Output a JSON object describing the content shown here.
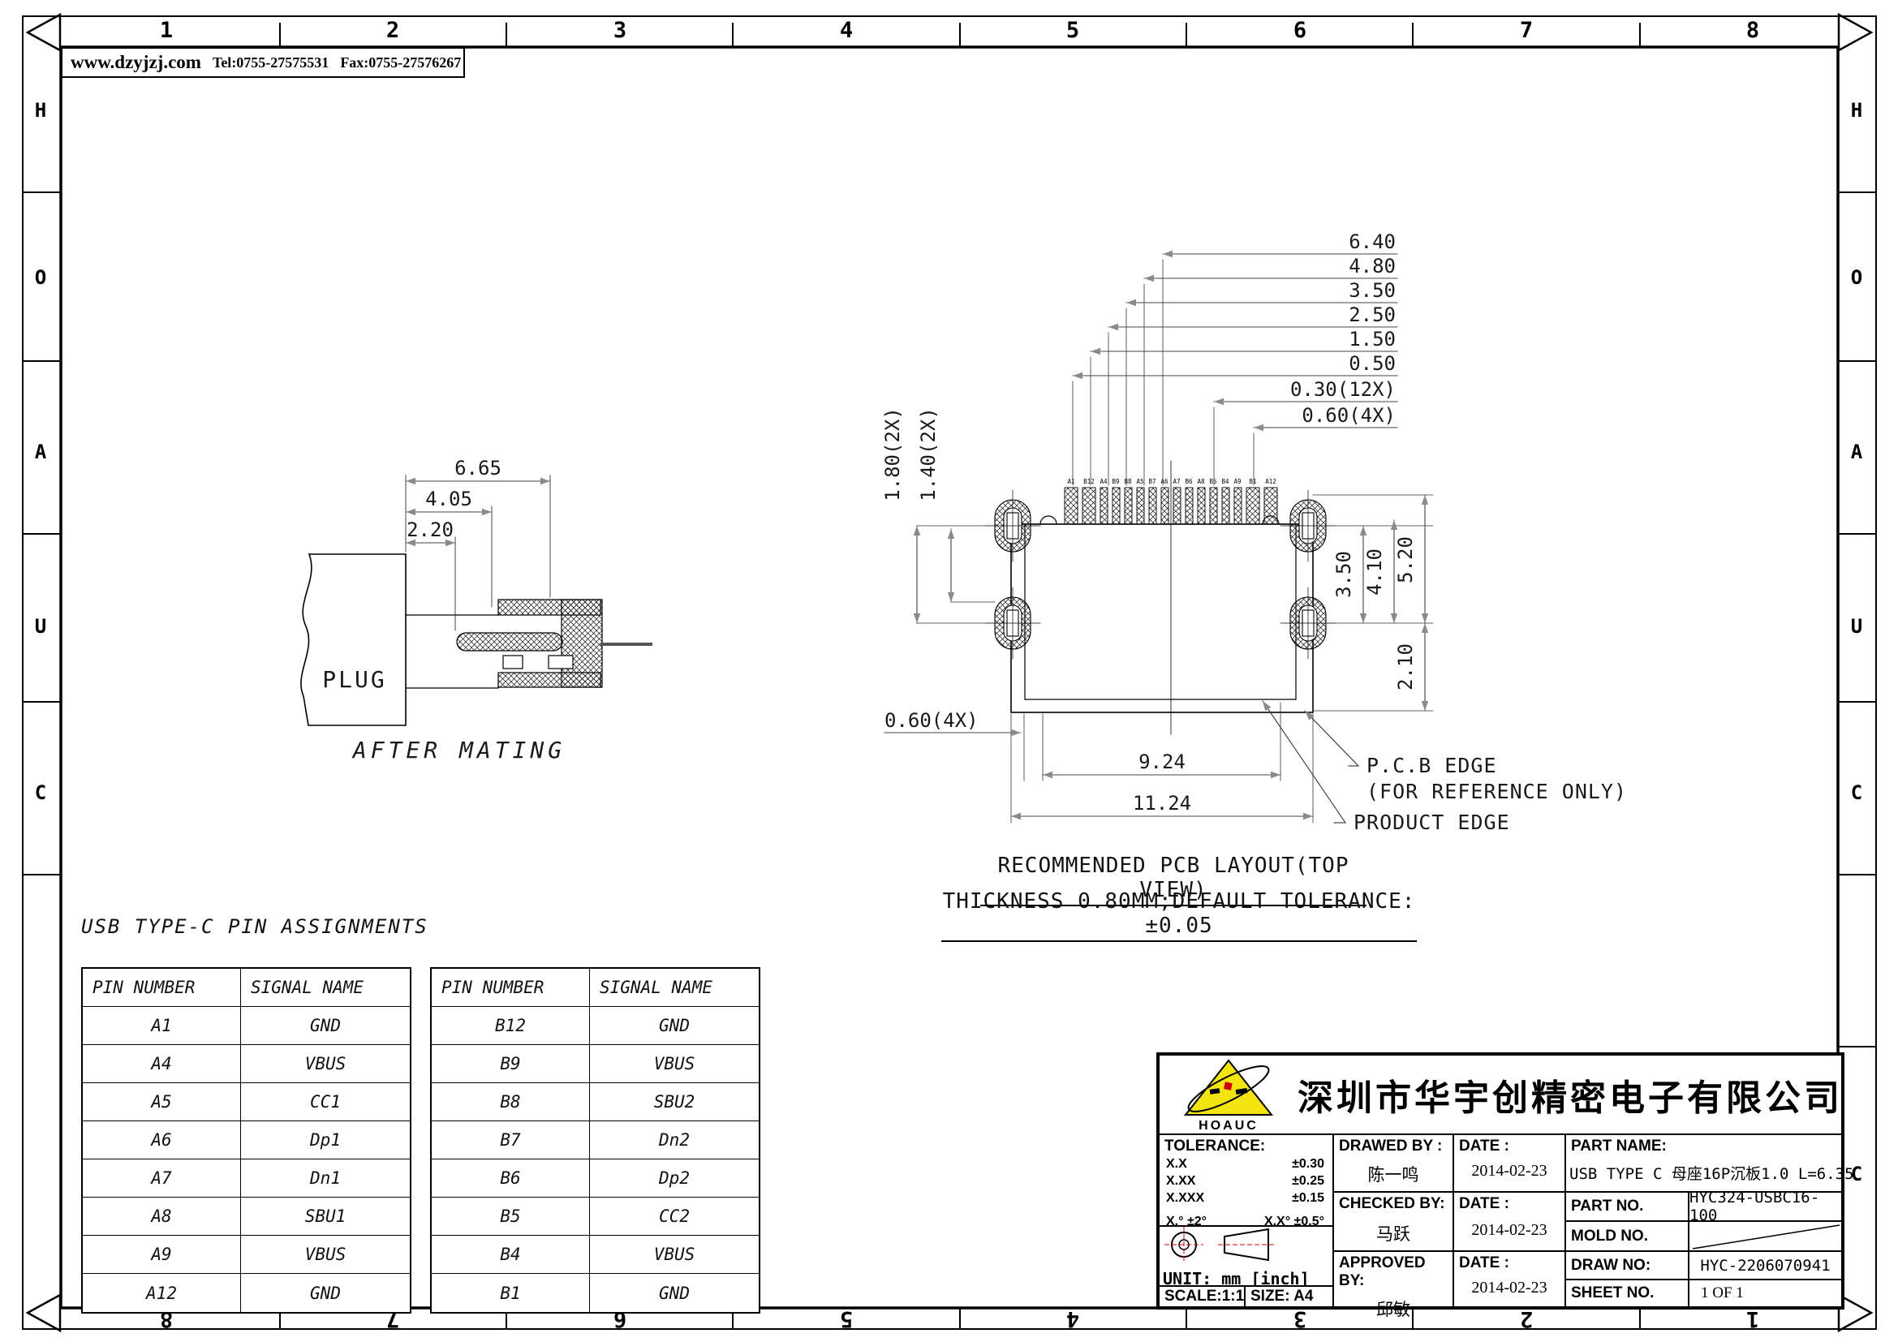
{
  "colors": {
    "line": "#000000",
    "dim_text": "#1a1a1a",
    "arrow": "#8a8a8a",
    "logo_yellow": "#f2e40e",
    "logo_red": "#cc0000"
  },
  "header": {
    "website": "www.dzyjzj.com",
    "tel": "Tel:0755-27575531",
    "fax": "Fax:0755-27576267"
  },
  "border": {
    "top_numbers": [
      "1",
      "2",
      "3",
      "4",
      "5",
      "6",
      "7",
      "8"
    ],
    "bottom_numbers": [
      "8",
      "7",
      "6",
      "5",
      "4",
      "3",
      "2",
      "1"
    ],
    "left_letters": [
      "H",
      "O",
      "A",
      "U",
      "C"
    ],
    "right_letters": [
      "H",
      "O",
      "A",
      "U",
      "C",
      "C"
    ]
  },
  "mating_view": {
    "plug_label": "PLUG",
    "caption": "AFTER MATING",
    "dims": [
      "6.65",
      "4.05",
      "2.20"
    ]
  },
  "pcb_view": {
    "top_dims": [
      "6.40",
      "4.80",
      "3.50",
      "2.50",
      "1.50",
      "0.50",
      "0.30(12X)",
      "0.60(4X)"
    ],
    "left_dims": [
      "1.80(2X)",
      "1.40(2X)"
    ],
    "right_dims": [
      "3.50",
      "4.10",
      "5.20",
      "2.10"
    ],
    "bottom_left_dim": "0.60(4X)",
    "width_dims": [
      "9.24",
      "11.24"
    ],
    "pad_labels": [
      "A1",
      "B12",
      "A4",
      "B9",
      "B8",
      "A5",
      "B7",
      "A6",
      "A7",
      "B6",
      "A8",
      "B5",
      "B4",
      "A9",
      "B1",
      "A12"
    ],
    "pcb_edge_label_1": "P.C.B EDGE",
    "pcb_edge_label_2": "(FOR REFERENCE ONLY)",
    "product_edge_label": "PRODUCT EDGE",
    "caption_1": "RECOMMENDED PCB LAYOUT(TOP VIEW)",
    "caption_2": "THICKNESS 0.80MM;DEFAULT TOLERANCE:±0.05"
  },
  "pin_table": {
    "title": "USB TYPE-C PIN ASSIGNMENTS",
    "col_pin": "PIN NUMBER",
    "col_signal": "SIGNAL NAME",
    "left_rows": [
      [
        "A1",
        "GND"
      ],
      [
        "A4",
        "VBUS"
      ],
      [
        "A5",
        "CC1"
      ],
      [
        "A6",
        "Dp1"
      ],
      [
        "A7",
        "Dn1"
      ],
      [
        "A8",
        "SBU1"
      ],
      [
        "A9",
        "VBUS"
      ],
      [
        "A12",
        "GND"
      ]
    ],
    "right_rows": [
      [
        "B12",
        "GND"
      ],
      [
        "B9",
        "VBUS"
      ],
      [
        "B8",
        "SBU2"
      ],
      [
        "B7",
        "Dn2"
      ],
      [
        "B6",
        "Dp2"
      ],
      [
        "B5",
        "CC2"
      ],
      [
        "B4",
        "VBUS"
      ],
      [
        "B1",
        "GND"
      ]
    ]
  },
  "title_block": {
    "company": "深圳市华宇创精密电子有限公司",
    "logo_text": "HOAUC",
    "tolerance_title": "TOLERANCE:",
    "tol_rows": [
      [
        "X.X",
        "±0.30"
      ],
      [
        "X.XX",
        "±0.25"
      ],
      [
        "X.XXX",
        "±0.15"
      ]
    ],
    "tol_angle_1": "X.°  ±2°",
    "tol_angle_2": "X.X°  ±0.5°",
    "drawed_label": "DRAWED BY :",
    "drawed_name": "陈一鸣",
    "checked_label": "CHECKED BY:",
    "checked_name": "马跃",
    "approved_label": "APPROVED BY:",
    "approved_name": "邱敏",
    "date_label": "DATE :",
    "dates": [
      "2014-02-23",
      "2014-02-23",
      "2014-02-23"
    ],
    "part_name_label": "PART NAME:",
    "part_name_value": "USB TYPE C 母座16P沉板1.0 L=6.35",
    "part_no_label": "PART NO.",
    "part_no_value": "HYC324-USBC16-100",
    "mold_no_label": "MOLD NO.",
    "draw_no_label": "DRAW NO:",
    "draw_no_value": "HYC-2206070941",
    "sheet_no_label": "SHEET NO.",
    "sheet_no_value": "1 OF 1",
    "unit_text": "UNIT:  mm  [inch]",
    "scale_text": "SCALE:1:1",
    "size_text": "SIZE:  A4"
  }
}
